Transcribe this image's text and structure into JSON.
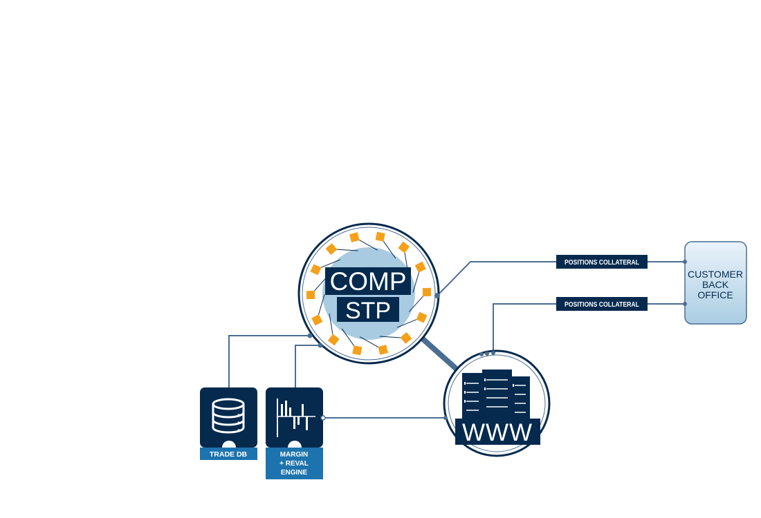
{
  "colors": {
    "navy": "#052a4e",
    "line": "#4a6d92",
    "light_blue": "#a9cbe2",
    "accent_blue": "#1d73ad",
    "orange": "#f5a01a",
    "box_grad_top": "#eaf3fa",
    "box_grad_bottom": "#aacde3"
  },
  "hub": {
    "line1": "COMP",
    "line2": "STP"
  },
  "web_server": {
    "label": "WWW",
    "icon": "server-rack-icon"
  },
  "customer": {
    "line1": "CUSTOMER",
    "line2": "BACK",
    "line3": "OFFICE"
  },
  "connections": {
    "upper_label": "POSITIONS COLLATERAL",
    "lower_label": "POSITIONS COLLATERAL"
  },
  "trade_db": {
    "label": "TRADE DB",
    "icon": "database-icon"
  },
  "margin_engine": {
    "line1": "MARGIN",
    "line2": "+ REVAL",
    "line3": "ENGINE",
    "icon": "bar-chart-icon"
  }
}
